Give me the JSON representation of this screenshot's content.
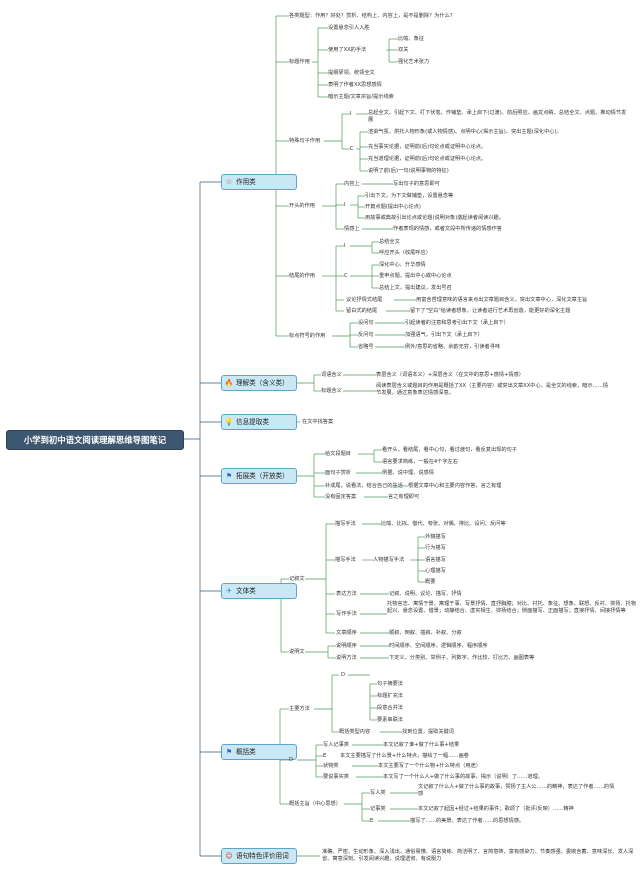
{
  "root": "小学到初中语文阅读理解思维导图笔记",
  "cats": [
    "作用类",
    "理解类（含义类）",
    "信息提取类",
    "拓展类（开放类）",
    "文体类",
    "概括类",
    "语句特色评价用词"
  ],
  "icons": [
    "star-icon",
    "flame-icon",
    "lightbulb-icon",
    "flag-icon",
    "paper-plane-icon",
    "flag-icon",
    "smiley-icon"
  ],
  "text": {
    "z0": "各类题型：作用？好处？赏析、结构上、内容上，是不是删除？为什么？",
    "z1": "标题作用",
    "z2": "设置悬念引人入胜",
    "z3": "使用了XX的手法",
    "z4": "比喻、象征",
    "z5": "双关",
    "z6": "强化艺术张力",
    "z7": "提纲挈领、统领全文",
    "z8": "表明了作者XX思想感情",
    "z9": "暗示主题/文章宗旨/提示线索",
    "z10": "特殊句子作用",
    "z11": "I",
    "z12": "总起全文、引起下文、打下伏笔、作铺垫、承上启下(过渡)、前后照应、画龙点睛、总结全文、点题、推动情节发展",
    "z13": "C",
    "z14": "渲染气氛、烘托人物形象(或人物情感)、点明中心(揭示主旨)、突出主题(深化中心)。",
    "z15": "充当事实论据，证明前(后)句论点或证明中心论点。",
    "z16": "充当道理论据，证明前(后)句论点或证明中心论点。",
    "z17": "说明了前(后)一句(说明事物的特征)",
    "z18": "开头的作用",
    "z19": "内容上",
    "z20": "写出句子的意思即可",
    "z21": "I",
    "z22": "引出下文，为下文做铺垫，设置悬念等",
    "z23": "开篇点题(提出中心论点)",
    "z24": "用故事或典故引出论点或论题(说明对象)激起读者阅读兴趣。",
    "z25": "情感上",
    "z26": "作者表现的情感，或者文段中所传递的情感作答",
    "z27": "结尾的作用",
    "z28": "I",
    "z29": "总结全文",
    "z30": "呼应开头（收尾呼应）",
    "z31": "C",
    "z32": "深化中心、升华感情",
    "z33": "重申点题，提出中心或中心论点",
    "z34": "总结上文，提出建议，发出号召",
    "z35": "议论抒情式结尾",
    "z36": "用富含哲理意味的语言来点出文章题目含义，突出文章中心，深化文章主旨",
    "z37": "留白式的结尾",
    "z38": "留下了\"空白\"给读者想象，让读者进行艺术再创造，能更好的深化主题",
    "z39": "标点符号的作用",
    "z40": "设问句",
    "z41": "引起读者的注意和思考引出下文（承上启下）",
    "z42": "反问句",
    "z43": "加强语气，引出下文（承上启下）",
    "z44": "省略号",
    "z45": "例外/意思的省略、余韵无穷，引读者寻味",
    "z46": "词语含义",
    "z47": "表层含义（词语本义）+深层含义（在文中的意思+感情+情感）",
    "z48": "标题含义",
    "z49": "阅读表层含义或题目的作用是概括了XX（主要内容）或突出文章XX中心，是全文的线索，暗示……情节发展，通过意象表达情感深意。",
    "z50": "在文中找答案",
    "z51": "给文段题目",
    "z52": "看开头，看结尾，看中心句，看过渡句，看反复出现的句子",
    "z53": "语言要求简练，一般在4个字左右",
    "z54": "面句子赏析",
    "z55": "例据、说中理、说感情",
    "z56": "补成尾，说看法，结合自己的生活",
    "z57": "根据文章中心和主要内容作答，言之有理",
    "z58": "没有固定答案",
    "z59": "言之有理即可",
    "z60": "记叙文",
    "z61": "描写手法",
    "z62": "比喻、比拟、借代、夸张、对偶、排比、设问、反问等",
    "z63": "描写手法",
    "z64": "人物描写手法",
    "z65": "外貌描写",
    "z66": "行为描写",
    "z67": "语言描写",
    "z68": "心理描写",
    "z69": "概要",
    "z70": "表达方法",
    "z71": "记叙、说明、议论、描写、抒情",
    "z72": "写作手法",
    "z73": "托物言志、寓情于景、寓理于事、写景抒情、直抒胸臆；对比、衬托、象征、想象、联想、反衬、抑扬、托物起兴、悬念设置、借景；动静结合、虚实相生、抑扬结合；侧面描写、正面描写；直接抒情、间接抒情等",
    "z74": "文章顺序",
    "z75": "顺叙、倒叙、插叙、补叙、分叙",
    "z76": "说明文",
    "z77": "说明顺序",
    "z78": "时间顺序、空间顺序、逻辑顺序、程序顺序",
    "z79": "说明方法",
    "z80": "下定义、分类别、举例子、列数字、作比较、打比方、画图表等",
    "z81": "主要方法",
    "z82": "D",
    "z83": "句子摘要法",
    "z84": "标题扩充法",
    "z85": "段意合并法",
    "z86": "要素串联法",
    "z87": "概括类型内容",
    "z88": "找到位置，提取关键词",
    "z89": "D",
    "z90": "写人记事类",
    "z91": "本文记叙了谁+做了什么事+结果",
    "z92": "E",
    "z93": "本文主要描写了什么景+什么特点，描绘了一幅……画卷",
    "z94": "状物类",
    "z95": "本文主要写了一个什么物+什么特点（用途）",
    "z96": "要说事实类",
    "z97": "本文写了一个什么人+做了什么事的故事，揭示（说明）了……道理。",
    "z98": "概括主旨（中心思想）",
    "z99": "写人类",
    "z100": "文记叙了什么人+做了什么事的故事，赞扬了主人公……的精神，表达了作者……的情感",
    "z101": "记事类",
    "z102": "本文记叙了起因+经过+结果的事件；歌颂了（批评/反映）……精神",
    "z103": "E",
    "z104": "描写了……的美景，表达了作者……的思想情感。",
    "z105": "准确、严密、生动形象、深入浅出、通俗易懂、语言简练、简洁明了、言简意赅、富有感染力、节奏感强、委婉含蓄、意味深长、发人深省、寓意深刻、引发阅读兴趣、说理透彻、有说服力"
  }
}
